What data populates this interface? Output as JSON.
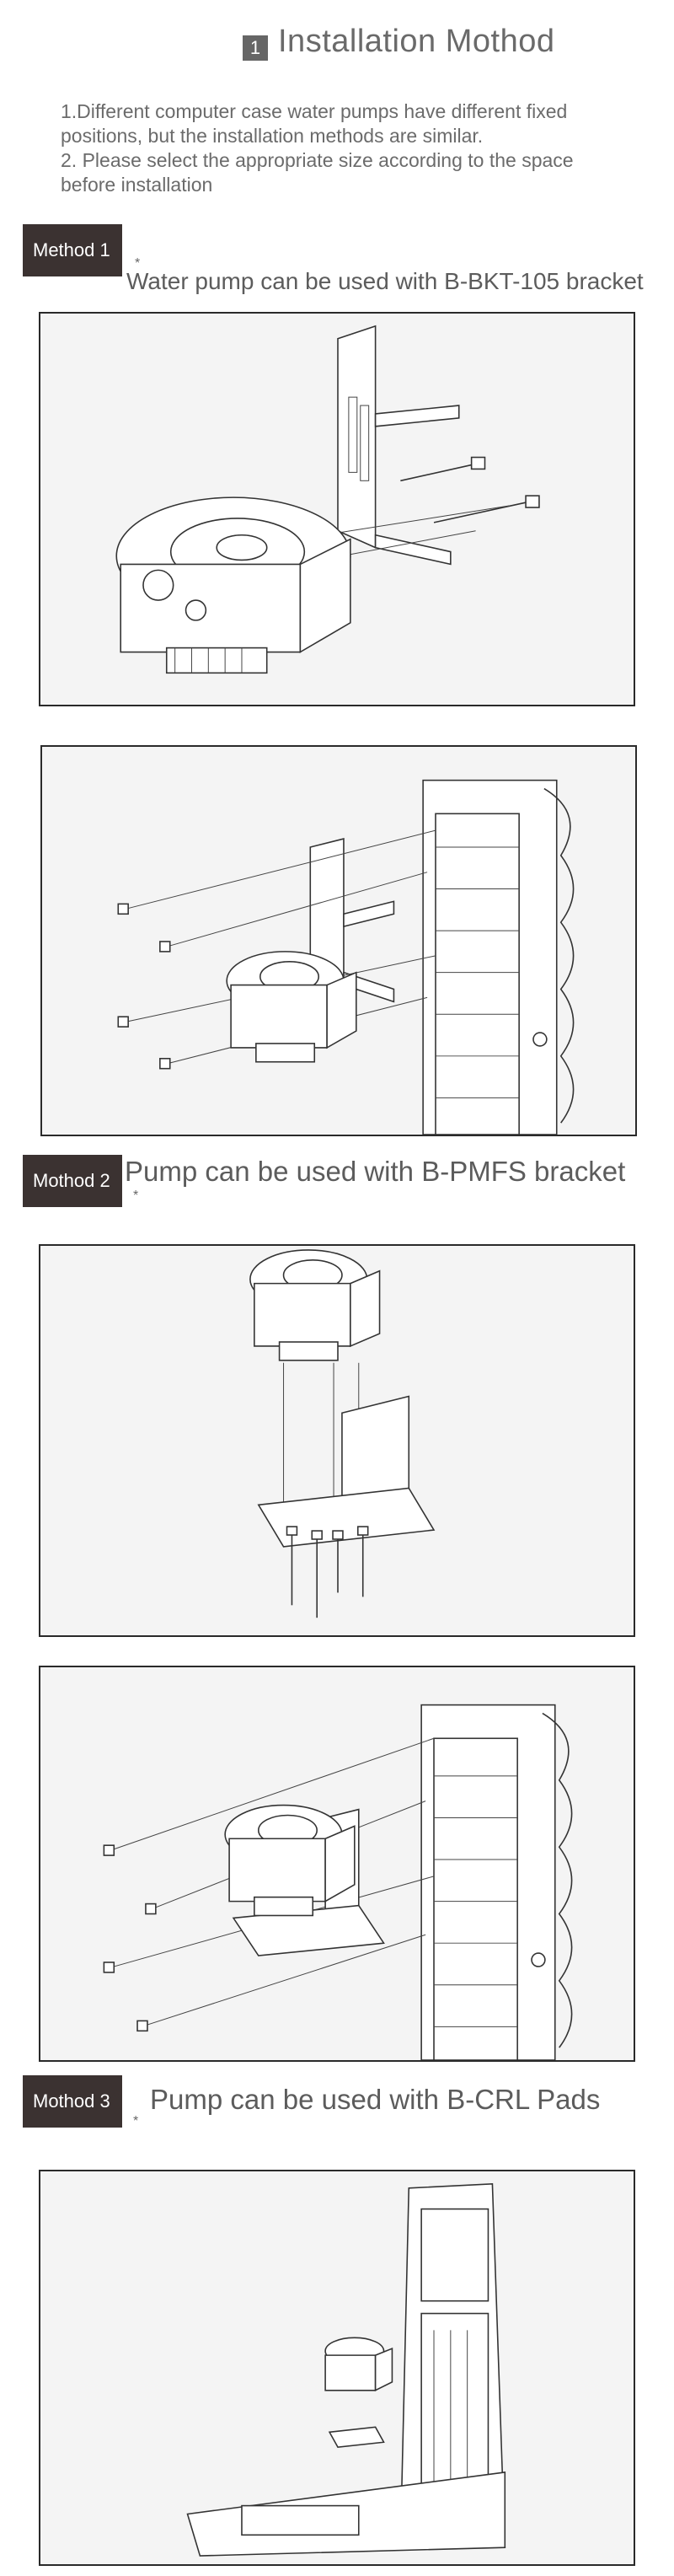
{
  "header": {
    "number": "1",
    "title": "Installation Mothod"
  },
  "notes": [
    "1.Different computer case water pumps have different fixed positions, but the installation methods are similar.",
    "2. Please select the appropriate size according to the space before installation"
  ],
  "methods": [
    {
      "badge": "Method 1",
      "star": "*",
      "text": "Water pump can be used with B-BKT-105 bracket"
    },
    {
      "badge": "Mothod 2",
      "star": "*",
      "text": "Pump can be used with B-PMFS bracket"
    },
    {
      "badge": "Mothod 3",
      "star": "*",
      "text": "Pump can be used with B-CRL Pads"
    }
  ],
  "figures": [
    {
      "label": "Pump with B-BKT-105 bracket and screws"
    },
    {
      "label": "Pump and B-BKT-105 bracket mounted to radiator"
    },
    {
      "label": "Pump with B-PMFS bracket and screws"
    },
    {
      "label": "Pump and B-PMFS bracket mounted to radiator"
    },
    {
      "label": "Pump with B-CRL pads on case floor"
    }
  ],
  "icons": {
    "brand_on_radiator": "brand-logo-icon"
  }
}
